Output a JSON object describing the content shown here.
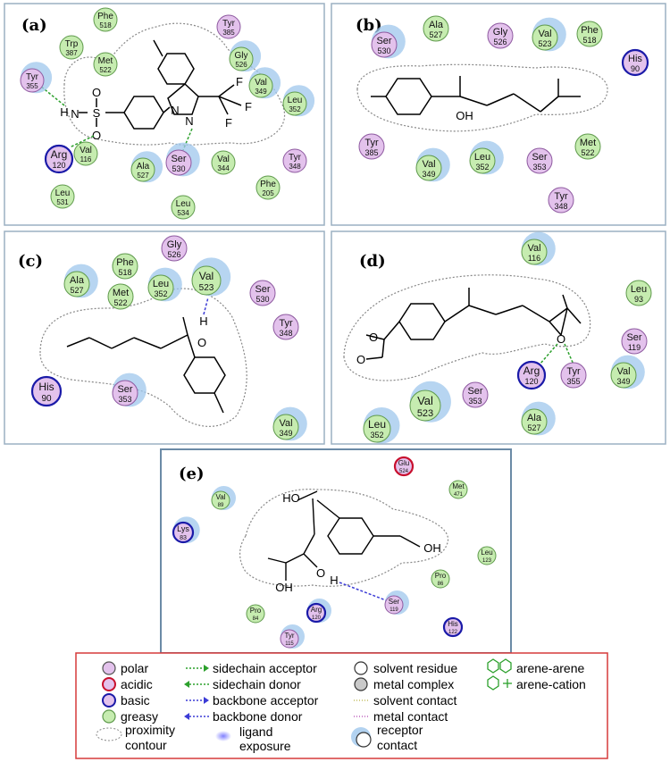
{
  "colors": {
    "polar_fill": "#e3c2ec",
    "polar_stroke": "#8e5aa0",
    "greasy_fill": "#c6ecb0",
    "greasy_stroke": "#5f9a4c",
    "acidic_stroke": "#c8102e",
    "basic_stroke": "#1a1aa8",
    "halo": "#9fc7ec",
    "sidechain": "#2ca02c",
    "backbone": "#3b3bd6",
    "legend_border": "#d63a3a",
    "panel_border": "#9bb0c2"
  },
  "panels": [
    {
      "label": "(a)",
      "residues": [
        {
          "name": "Phe",
          "num": "518",
          "type": "greasy"
        },
        {
          "name": "Trp",
          "num": "387",
          "type": "greasy"
        },
        {
          "name": "Met",
          "num": "522",
          "type": "greasy"
        },
        {
          "name": "Tyr",
          "num": "385",
          "type": "polar"
        },
        {
          "name": "Gly",
          "num": "526",
          "type": "greasy"
        },
        {
          "name": "Val",
          "num": "349",
          "type": "greasy"
        },
        {
          "name": "Leu",
          "num": "352",
          "type": "greasy"
        },
        {
          "name": "Tyr",
          "num": "355",
          "type": "polar"
        },
        {
          "name": "Arg",
          "num": "120",
          "type": "basic"
        },
        {
          "name": "Val",
          "num": "116",
          "type": "greasy"
        },
        {
          "name": "Ala",
          "num": "527",
          "type": "greasy"
        },
        {
          "name": "Ser",
          "num": "530",
          "type": "polar"
        },
        {
          "name": "Tyr",
          "num": "348",
          "type": "polar"
        },
        {
          "name": "Val",
          "num": "344",
          "type": "greasy"
        },
        {
          "name": "Phe",
          "num": "205",
          "type": "greasy"
        },
        {
          "name": "Leu",
          "num": "531",
          "type": "greasy"
        },
        {
          "name": "Leu",
          "num": "534",
          "type": "greasy"
        }
      ],
      "atoms": [
        "H",
        "N",
        "S",
        "O",
        "O",
        "N",
        "N",
        "F",
        "F",
        "F"
      ]
    },
    {
      "label": "(b)",
      "residues": [
        {
          "name": "Ala",
          "num": "527",
          "type": "greasy"
        },
        {
          "name": "Ser",
          "num": "530",
          "type": "polar"
        },
        {
          "name": "Gly",
          "num": "526",
          "type": "polar"
        },
        {
          "name": "Val",
          "num": "523",
          "type": "greasy"
        },
        {
          "name": "Phe",
          "num": "518",
          "type": "greasy"
        },
        {
          "name": "His",
          "num": "90",
          "type": "basic"
        },
        {
          "name": "Tyr",
          "num": "385",
          "type": "polar"
        },
        {
          "name": "Val",
          "num": "349",
          "type": "greasy"
        },
        {
          "name": "Leu",
          "num": "352",
          "type": "greasy"
        },
        {
          "name": "Ser",
          "num": "353",
          "type": "polar"
        },
        {
          "name": "Met",
          "num": "522",
          "type": "greasy"
        },
        {
          "name": "Tyr",
          "num": "348",
          "type": "polar"
        }
      ],
      "atoms": [
        "OH"
      ]
    },
    {
      "label": "(c)",
      "residues": [
        {
          "name": "Gly",
          "num": "526",
          "type": "polar"
        },
        {
          "name": "Phe",
          "num": "518",
          "type": "greasy"
        },
        {
          "name": "Ala",
          "num": "527",
          "type": "greasy"
        },
        {
          "name": "Met",
          "num": "522",
          "type": "greasy"
        },
        {
          "name": "Leu",
          "num": "352",
          "type": "greasy"
        },
        {
          "name": "Val",
          "num": "523",
          "type": "greasy"
        },
        {
          "name": "Ser",
          "num": "530",
          "type": "polar"
        },
        {
          "name": "Tyr",
          "num": "348",
          "type": "polar"
        },
        {
          "name": "His",
          "num": "90",
          "type": "basic"
        },
        {
          "name": "Ser",
          "num": "353",
          "type": "polar"
        },
        {
          "name": "Val",
          "num": "349",
          "type": "greasy"
        }
      ],
      "atoms": [
        "H",
        "O"
      ]
    },
    {
      "label": "(d)",
      "residues": [
        {
          "name": "Val",
          "num": "116",
          "type": "greasy"
        },
        {
          "name": "Leu",
          "num": "93",
          "type": "greasy"
        },
        {
          "name": "Ser",
          "num": "119",
          "type": "polar"
        },
        {
          "name": "Arg",
          "num": "120",
          "type": "basic"
        },
        {
          "name": "Tyr",
          "num": "355",
          "type": "polar"
        },
        {
          "name": "Val",
          "num": "349",
          "type": "greasy"
        },
        {
          "name": "Ser",
          "num": "353",
          "type": "polar"
        },
        {
          "name": "Val",
          "num": "523",
          "type": "greasy"
        },
        {
          "name": "Leu",
          "num": "352",
          "type": "greasy"
        },
        {
          "name": "Ala",
          "num": "527",
          "type": "greasy"
        }
      ],
      "atoms": [
        "O",
        "O",
        "O"
      ]
    },
    {
      "label": "(e)",
      "residues": [
        {
          "name": "Glu",
          "num": "524",
          "type": "acidic"
        },
        {
          "name": "Val",
          "num": "89",
          "type": "greasy"
        },
        {
          "name": "Met",
          "num": "471",
          "type": "greasy"
        },
        {
          "name": "Lys",
          "num": "83",
          "type": "basic"
        },
        {
          "name": "Leu",
          "num": "123",
          "type": "greasy"
        },
        {
          "name": "Pro",
          "num": "86",
          "type": "greasy"
        },
        {
          "name": "Ser",
          "num": "119",
          "type": "polar"
        },
        {
          "name": "Pro",
          "num": "84",
          "type": "greasy"
        },
        {
          "name": "Arg",
          "num": "120",
          "type": "basic"
        },
        {
          "name": "His",
          "num": "122",
          "type": "basic"
        },
        {
          "name": "Tyr",
          "num": "115",
          "type": "polar"
        }
      ],
      "atoms": [
        "HO",
        "OH",
        "OH",
        "O",
        "H"
      ]
    }
  ],
  "legend": {
    "polar": "polar",
    "acidic": "acidic",
    "basic": "basic",
    "greasy": "greasy",
    "proximity_1": "proximity",
    "proximity_2": "contour",
    "sidechain_acceptor": "sidechain acceptor",
    "sidechain_donor": "sidechain donor",
    "backbone_acceptor": "backbone acceptor",
    "backbone_donor": "backbone donor",
    "ligand_1": "ligand",
    "ligand_2": "exposure",
    "solvent_residue": "solvent residue",
    "metal_complex": "metal complex",
    "solvent_contact": "solvent contact",
    "metal_contact": "metal contact",
    "receptor_1": "receptor",
    "receptor_2": "contact",
    "arene_arene": "arene-arene",
    "arene_cation": "arene-cation"
  }
}
